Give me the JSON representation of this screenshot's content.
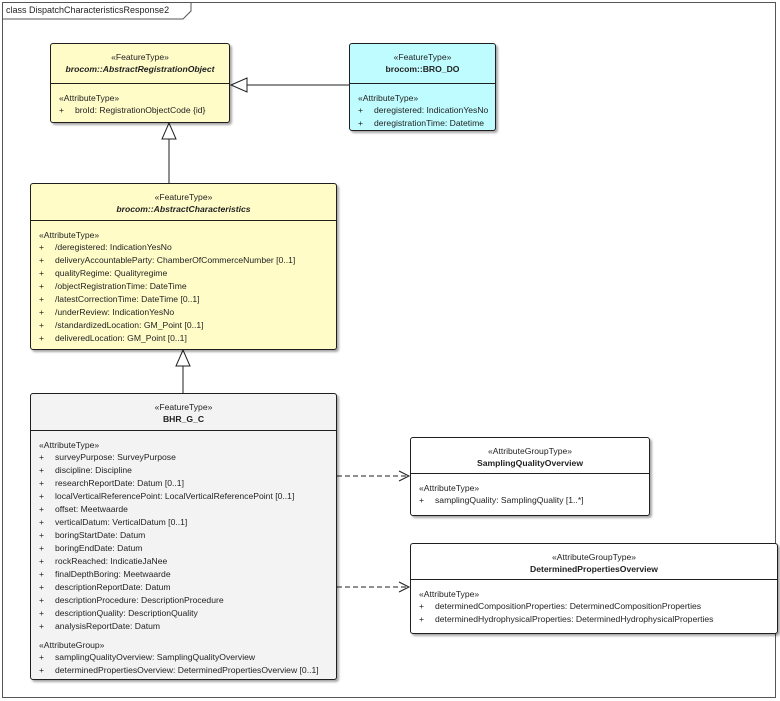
{
  "diagram": {
    "frame_label": "class DispatchCharacteristicsResponse2",
    "classes": [
      {
        "stereotype": "«FeatureType»",
        "name": "brocom::AbstractRegistrationObject",
        "sections": [
          {
            "label": "«AttributeType»",
            "items": [
              {
                "vis": "+",
                "text": "broId: RegistrationObjectCode {id}"
              }
            ]
          }
        ]
      },
      {
        "stereotype": "«FeatureType»",
        "name": "brocom::BRO_DO",
        "sections": [
          {
            "label": "«AttributeType»",
            "items": [
              {
                "vis": "+",
                "text": "deregistered: IndicationYesNo"
              },
              {
                "vis": "+",
                "text": "deregistrationTime: Datetime"
              }
            ]
          }
        ]
      },
      {
        "stereotype": "«FeatureType»",
        "name": "brocom::AbstractCharacteristics",
        "sections": [
          {
            "label": "«AttributeType»",
            "items": [
              {
                "vis": "+",
                "text": "/deregistered: IndicationYesNo"
              },
              {
                "vis": "+",
                "text": "deliveryAccountableParty: ChamberOfCommerceNumber [0..1]"
              },
              {
                "vis": "+",
                "text": "qualityRegime: Qualityregime"
              },
              {
                "vis": "+",
                "text": "/objectRegistrationTime: DateTime"
              },
              {
                "vis": "+",
                "text": "/latestCorrectionTime: DateTime [0..1]"
              },
              {
                "vis": "+",
                "text": "/underReview: IndicationYesNo"
              },
              {
                "vis": "+",
                "text": "/standardizedLocation: GM_Point [0..1]"
              },
              {
                "vis": "+",
                "text": "deliveredLocation: GM_Point [0..1]"
              }
            ]
          }
        ]
      },
      {
        "stereotype": "«FeatureType»",
        "name": "BHR_G_C",
        "sections": [
          {
            "label": "«AttributeType»",
            "items": [
              {
                "vis": "+",
                "text": "surveyPurpose: SurveyPurpose"
              },
              {
                "vis": "+",
                "text": "discipline: Discipline"
              },
              {
                "vis": "+",
                "text": "researchReportDate: Datum [0..1]"
              },
              {
                "vis": "+",
                "text": "localVerticalReferencePoint: LocalVerticalReferencePoint [0..1]"
              },
              {
                "vis": "+",
                "text": "offset: Meetwaarde"
              },
              {
                "vis": "+",
                "text": "verticalDatum: VerticalDatum [0..1]"
              },
              {
                "vis": "+",
                "text": "boringStartDate: Datum"
              },
              {
                "vis": "+",
                "text": "boringEndDate: Datum"
              },
              {
                "vis": "+",
                "text": "rockReached: IndicatieJaNee"
              },
              {
                "vis": "+",
                "text": "finalDepthBoring: Meetwaarde"
              },
              {
                "vis": "+",
                "text": "descriptionReportDate: Datum"
              },
              {
                "vis": "+",
                "text": "descriptionProcedure: DescriptionProcedure"
              },
              {
                "vis": "+",
                "text": "descriptionQuality: DescriptionQuality"
              },
              {
                "vis": "+",
                "text": "analysisReportDate: Datum"
              }
            ]
          },
          {
            "label": "«AttributeGroup»",
            "items": [
              {
                "vis": "+",
                "text": "samplingQualityOverview: SamplingQualityOverview"
              },
              {
                "vis": "+",
                "text": "determinedPropertiesOverview: DeterminedPropertiesOverview [0..1]"
              }
            ]
          }
        ]
      },
      {
        "stereotype": "«AttributeGroupType»",
        "name": "SamplingQualityOverview",
        "sections": [
          {
            "label": "«AttributeType»",
            "items": [
              {
                "vis": "+",
                "text": "samplingQuality: SamplingQuality [1..*]"
              }
            ]
          }
        ]
      },
      {
        "stereotype": "«AttributeGroupType»",
        "name": "DeterminedPropertiesOverview",
        "sections": [
          {
            "label": "«AttributeType»",
            "items": [
              {
                "vis": "+",
                "text": "determinedCompositionProperties: DeterminedCompositionProperties"
              },
              {
                "vis": "+",
                "text": "determinedHydrophysicalProperties: DeterminedHydrophysicalProperties"
              }
            ]
          }
        ]
      }
    ]
  },
  "colors": {
    "abstract_fill": "#fffcc8",
    "bro_do_fill": "#bffcff",
    "concrete_fill": "#f3f3f3",
    "group_fill": "#ffffff",
    "line": "#1f1f1f"
  }
}
